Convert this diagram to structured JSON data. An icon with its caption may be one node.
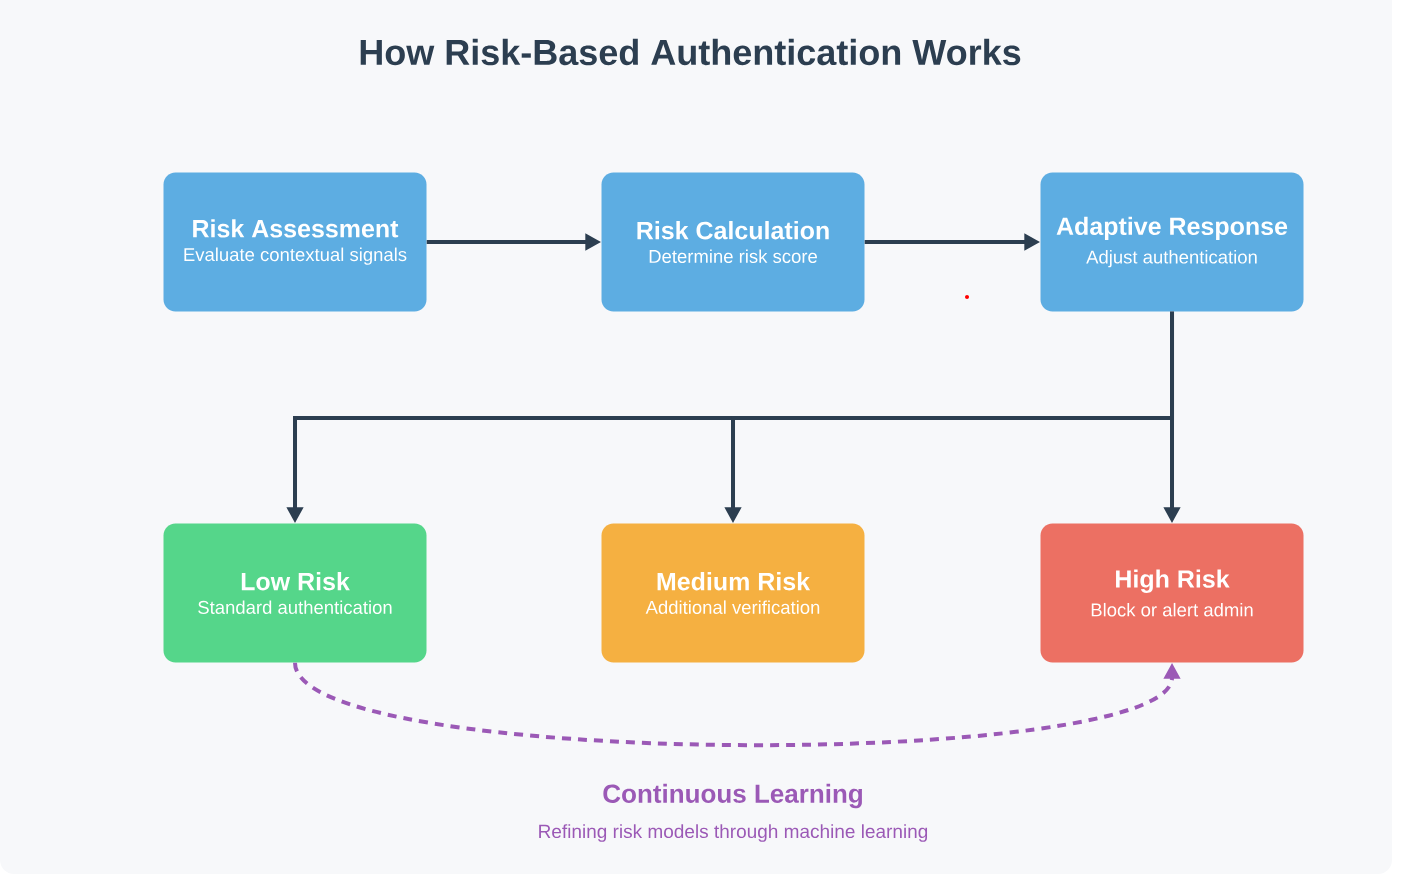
{
  "diagram": {
    "title": "How Risk-Based Authentication Works",
    "nodes": [
      {
        "text": [
          "Risk Assessment",
          "Evaluate contextual signals"
        ]
      },
      {
        "text": [
          "Risk Calculation",
          "Determine risk score"
        ]
      },
      {
        "text": [
          "Adaptive Response",
          "Adjust authentication"
        ]
      },
      {
        "text": [
          "Low Risk",
          "Standard authentication"
        ]
      },
      {
        "text": [
          "Medium Risk",
          "Additional verification"
        ]
      },
      {
        "text": [
          "High Risk",
          "Block or alert admin"
        ]
      }
    ],
    "edges": [
      {
        "from": 0,
        "to": 1,
        "arrow": "to"
      },
      {
        "from": 1,
        "to": 2,
        "arrow": "to"
      },
      {
        "from": 2,
        "to": 3,
        "arrow": "to"
      },
      {
        "from": 2,
        "to": 4,
        "arrow": "to"
      },
      {
        "from": 2,
        "to": 5,
        "arrow": "to"
      },
      {
        "from": 3,
        "to": 5,
        "arrow": "to",
        "style": "dashed",
        "color": "#9b59b6"
      }
    ],
    "labels": [
      "Continuous Learning",
      "Refining risk models through machine learning"
    ]
  }
}
